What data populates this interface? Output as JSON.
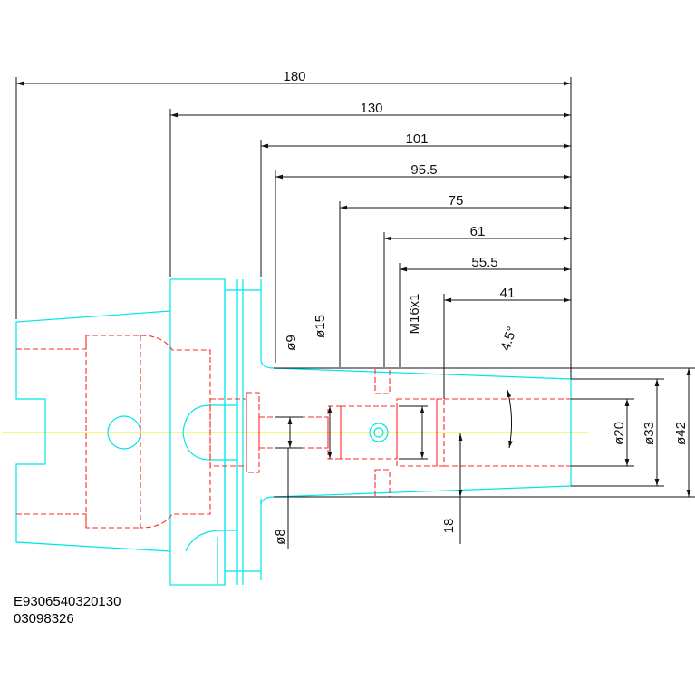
{
  "dimensions": {
    "length_180": "180",
    "length_130": "130",
    "length_101": "101",
    "length_95_5": "95.5",
    "length_75": "75",
    "length_61": "61",
    "length_55_5": "55.5",
    "length_41": "41",
    "dia_9": "ø9",
    "dia_15": "ø15",
    "thread_m16": "M16x1",
    "angle": "4.5°",
    "dia_20": "ø20",
    "dia_33": "ø33",
    "dia_42": "ø42",
    "dia_8": "ø8",
    "length_18": "18"
  },
  "codes": {
    "line1": "E9306540320130",
    "line2": "03098326"
  },
  "colors": {
    "outline": "#00e5e5",
    "hidden": "#ff2a2a",
    "dimension": "#111111",
    "centerline": "#f2f200",
    "code": "#3a3adf"
  }
}
